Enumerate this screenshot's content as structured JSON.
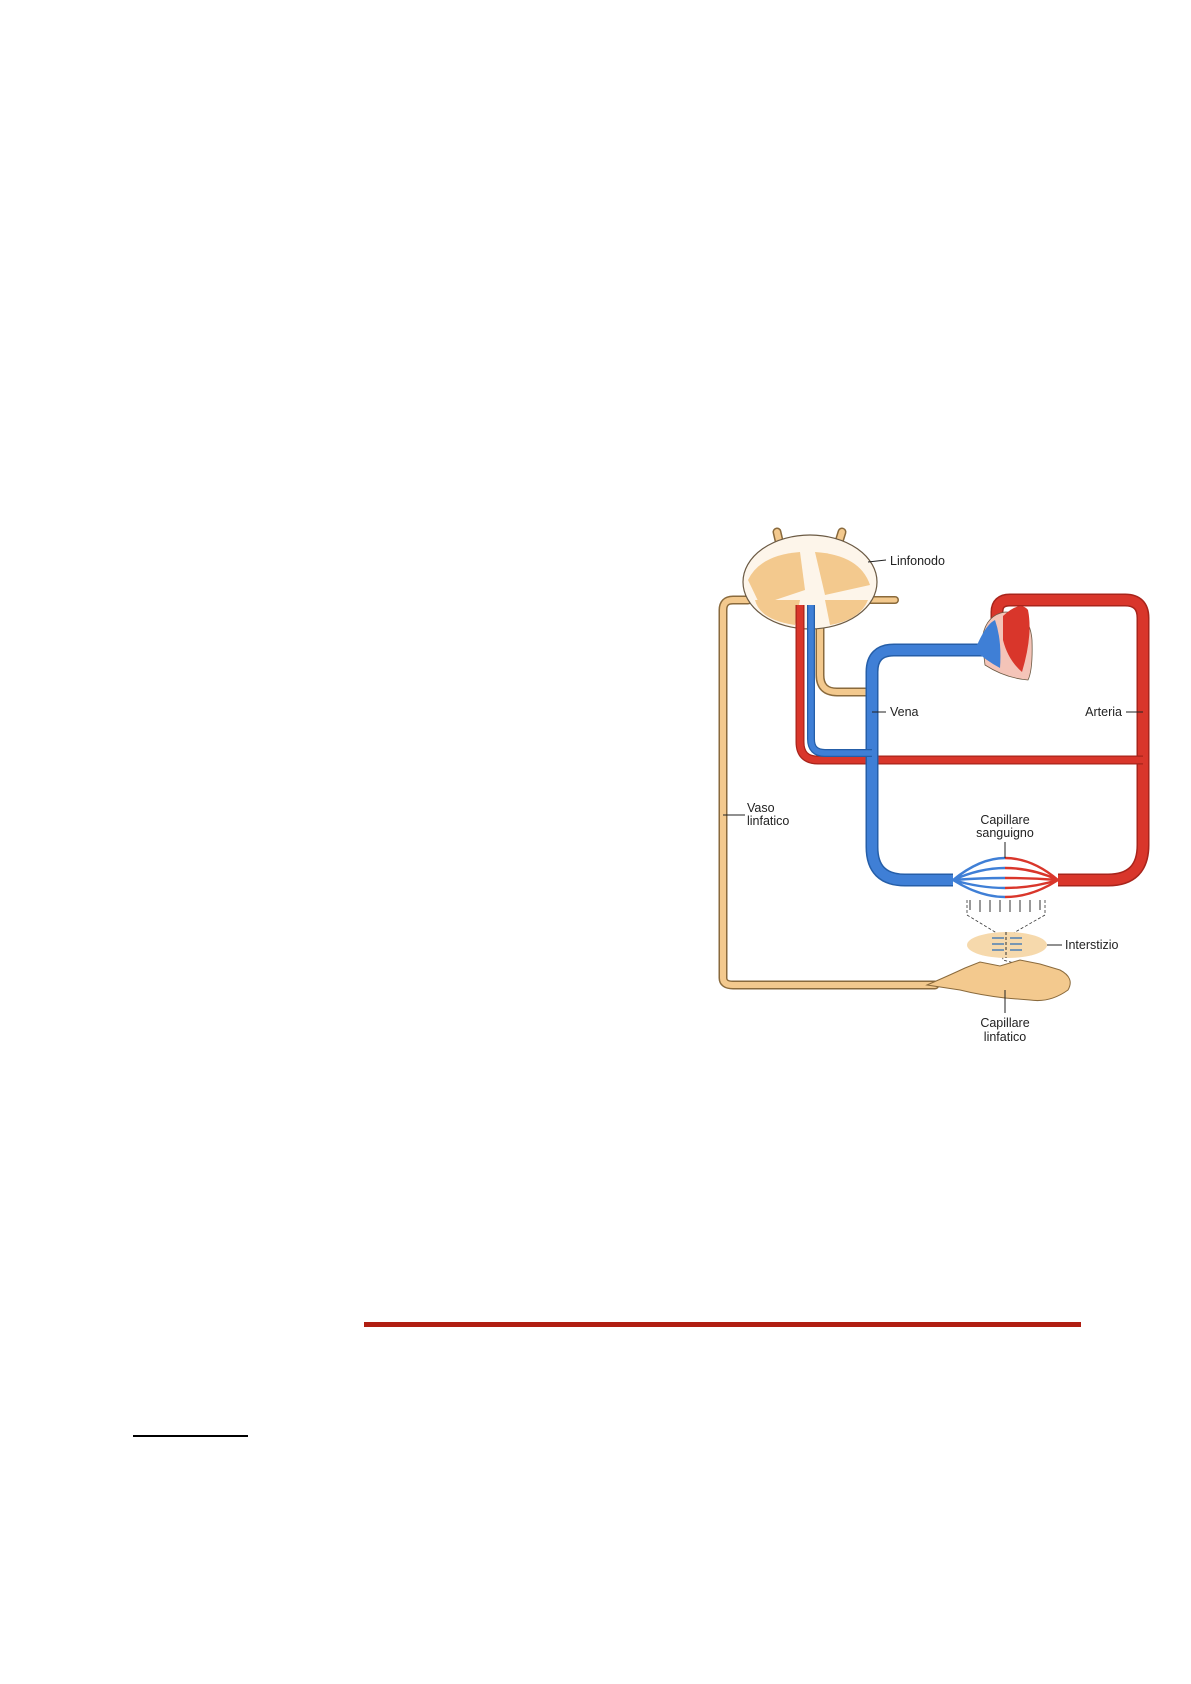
{
  "figure": {
    "labels": {
      "lymph_node": "Linfonodo",
      "vein": "Vena",
      "artery": "Arteria",
      "lymph_vessel_line1": "Vaso",
      "lymph_vessel_line2": "linfatico",
      "blood_capillary_line1": "Capillare",
      "blood_capillary_line2": "sanguigno",
      "interstitium": "Interstizio",
      "lymph_capillary_line1": "Capillare",
      "lymph_capillary_line2": "linfatico"
    },
    "colors": {
      "artery": "#d9362b",
      "vein": "#3f7fd6",
      "lymph": "#f3c98e"
    }
  }
}
